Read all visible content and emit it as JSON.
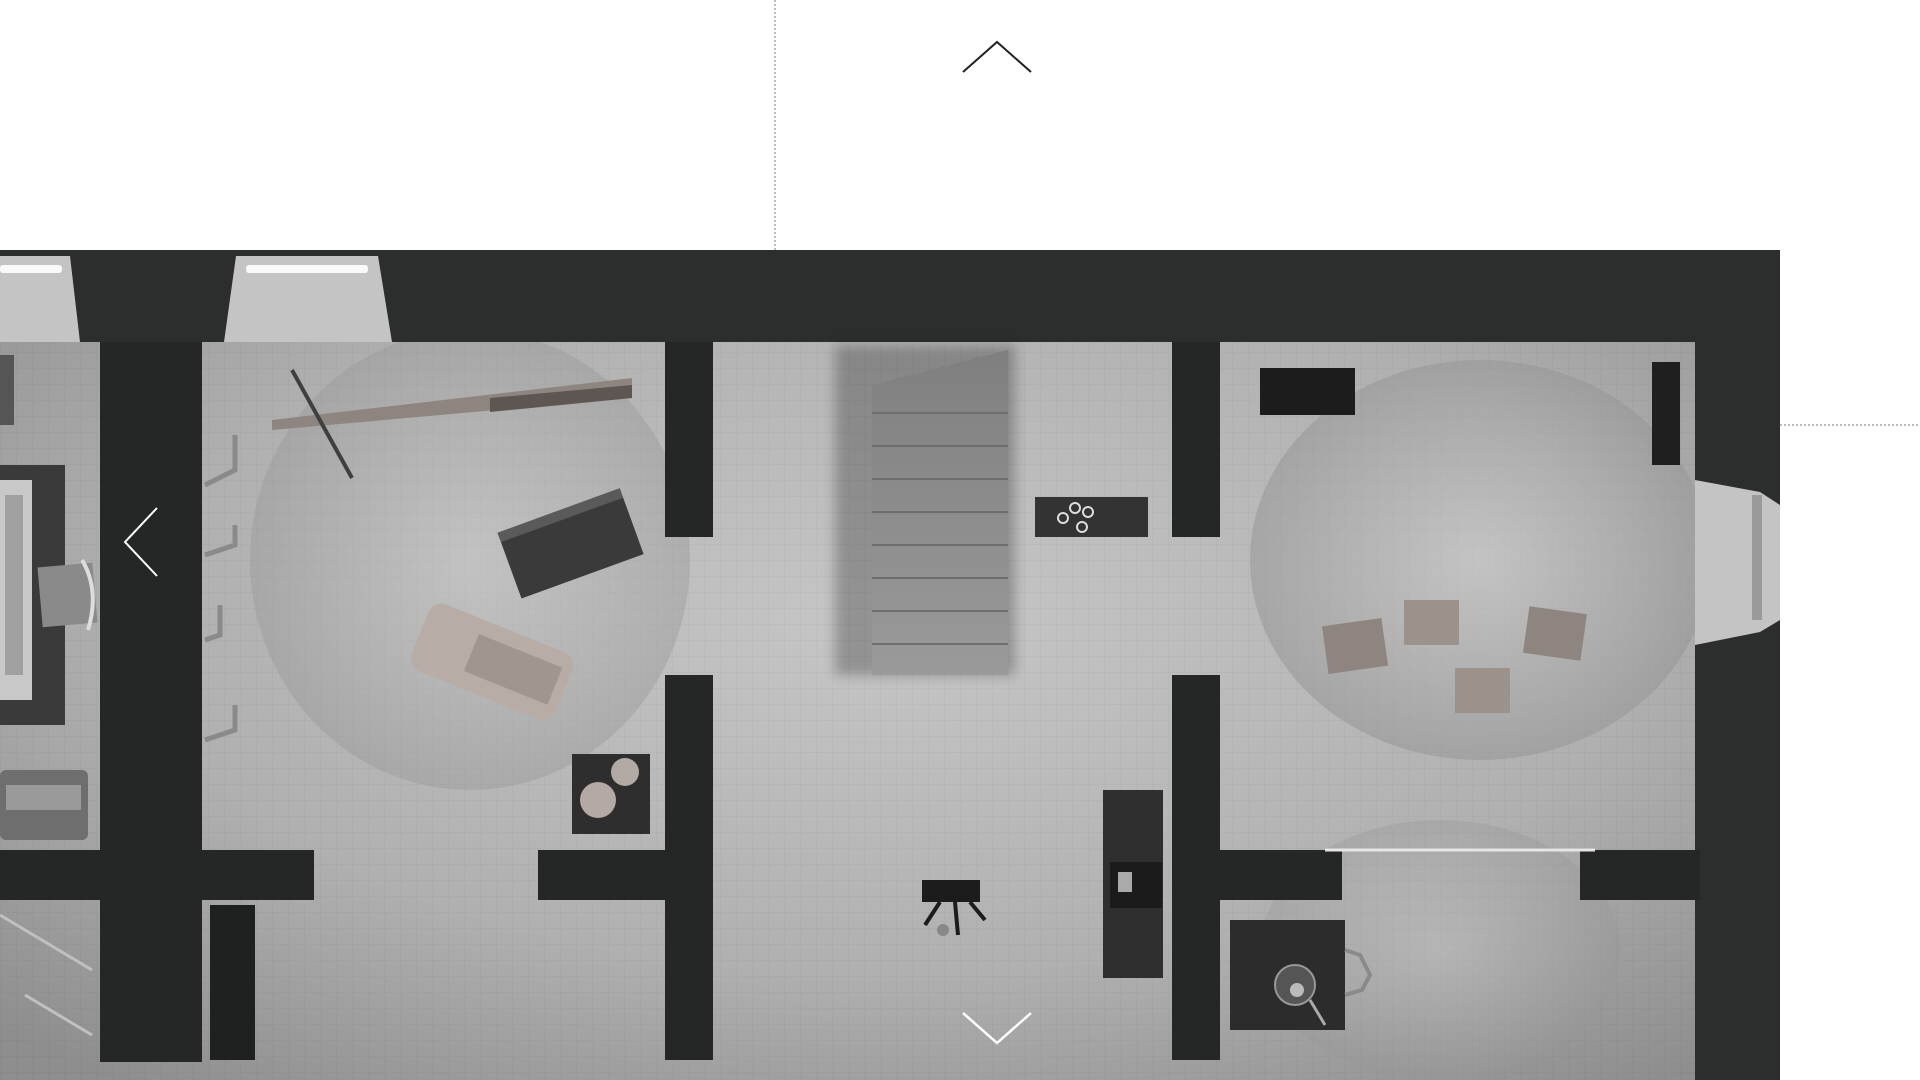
{
  "view": {
    "kind": "floor-plan-viewer",
    "palette": {
      "wall": "#2c2e2e",
      "wall_dark": "#1f2121",
      "floor": "#a9a9a9",
      "floor_light": "#c4c4c4",
      "window_glass": "#c9c9c9",
      "background": "#ffffff",
      "furniture_tone": "#9a8c86"
    }
  },
  "navigation": {
    "up": {
      "icon": "chevron-up-icon"
    },
    "down": {
      "icon": "chevron-down-icon"
    },
    "left": {
      "icon": "chevron-left-icon"
    }
  },
  "plan": {
    "rooms": [
      {
        "id": "west-room",
        "furniture": [
          "bed",
          "rug",
          "bench",
          "sofa",
          "chair"
        ]
      },
      {
        "id": "workshop-room",
        "furniture": [
          "long-plank",
          "stick",
          "crate",
          "board",
          "round-stools-table",
          "wall-hooks"
        ]
      },
      {
        "id": "stair-hall",
        "furniture": [
          "staircase",
          "shelf-with-cups",
          "camera-tripod",
          "cabinet"
        ]
      },
      {
        "id": "east-room",
        "furniture": [
          "dark-bench",
          "wall-panel",
          "stools-group"
        ]
      },
      {
        "id": "south-east-room",
        "furniture": [
          "table-with-device",
          "chair"
        ]
      }
    ]
  }
}
